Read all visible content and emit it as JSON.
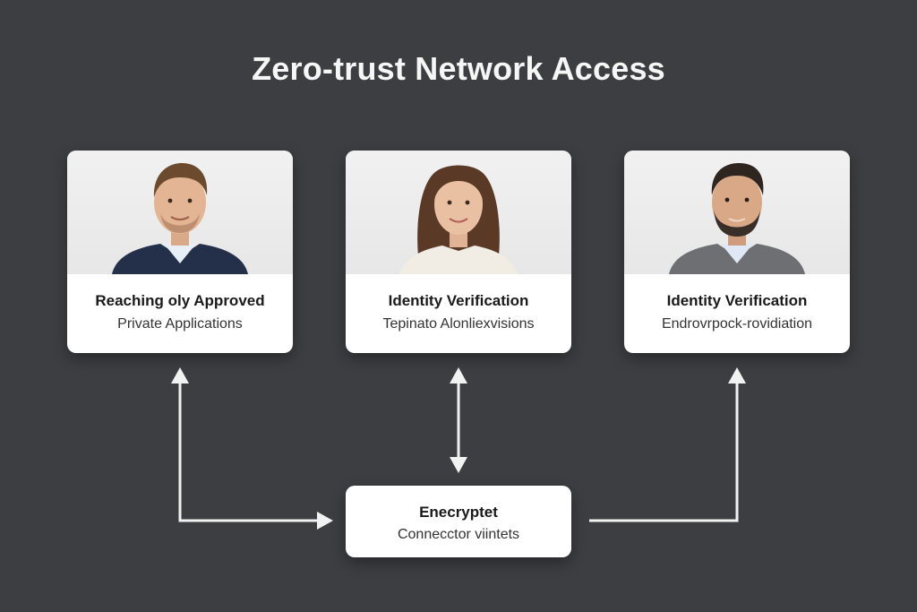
{
  "title": "Zero-trust Network Access",
  "cards": [
    {
      "heading": "Reaching oly Approved",
      "subtitle": "Private Applications",
      "photo": "person-photo-man-navy-blazer"
    },
    {
      "heading": "Identity Verification",
      "subtitle": "Tepinato Alonliexvisions",
      "photo": "person-photo-woman-long-hair"
    },
    {
      "heading": "Identity Verification",
      "subtitle": "Endrovrpock-rovidiation",
      "photo": "person-photo-man-gray-blazer"
    }
  ],
  "connector": {
    "heading": "Enecryptet",
    "subtitle": "Connecctor viintets"
  },
  "colors": {
    "background": "#3d3e42",
    "card": "#ffffff",
    "arrow": "#f2f2f2",
    "title": "#f6f6f6"
  }
}
